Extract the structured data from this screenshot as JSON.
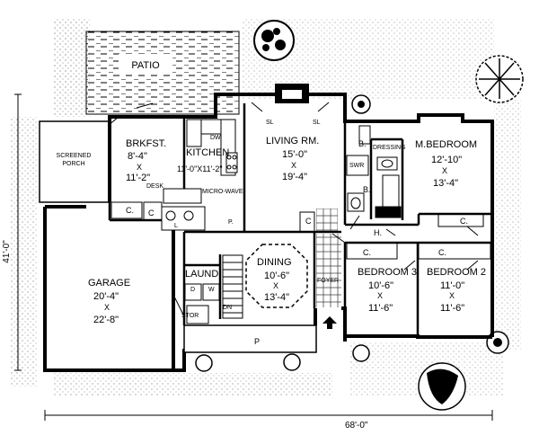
{
  "rooms": {
    "patio": "PATIO",
    "screened_porch_1": "SCREENED",
    "screened_porch_2": "PORCH",
    "brkfst": "BRKFST.",
    "brkfst_w": "8'-4\"",
    "brkfst_x": "X",
    "brkfst_h": "11'-2\"",
    "kitchen": "KITCHEN",
    "kitchen_dim": "11'-0\"X11'-2\"",
    "dw": "DW",
    "desk": "DESK",
    "microwave": "MICRO-WAVE",
    "c_brk": "C.",
    "c_kit": "C",
    "l_kit": "L",
    "p_kit": "P.",
    "living": "LIVING RM.",
    "living_w": "15'-0\"",
    "living_x": "X",
    "living_h": "19'-4\"",
    "sl_left": "SL",
    "sl_right": "SL",
    "b_top": "B.",
    "dressing": "DRESSING",
    "swr": "SWR",
    "b_bath": "B.",
    "mbed": "M.BEDROOM",
    "mbed_w": "12'-10\"",
    "mbed_x": "X",
    "mbed_h": "13'-4\"",
    "c_mbed": "C.",
    "c_hall": "C",
    "h_hall": "H.",
    "garage": "GARAGE",
    "garage_w": "20'-4\"",
    "garage_x": "X",
    "garage_h": "22'-8\"",
    "laund": "LAUND.",
    "d_l": "D",
    "w_l": "W",
    "dn": "DN",
    "stor": "STOR",
    "dining": "DINING",
    "dining_w": "10'-6\"",
    "dining_x": "X",
    "dining_h": "13'-4\"",
    "foyer": "FOYER",
    "bed3": "BEDROOM 3",
    "bed3_w": "10'-6\"",
    "bed3_x": "X",
    "bed3_h": "11'-6\"",
    "c_bed3": "C.",
    "bed2": "BEDROOM 2",
    "bed2_w": "11'-0\"",
    "bed2_x": "X",
    "bed2_h": "11'-6\"",
    "c_bed2": "C.",
    "porch_p": "P"
  },
  "dimensions": {
    "depth": "41'-0\"",
    "width": "68'-0\""
  }
}
